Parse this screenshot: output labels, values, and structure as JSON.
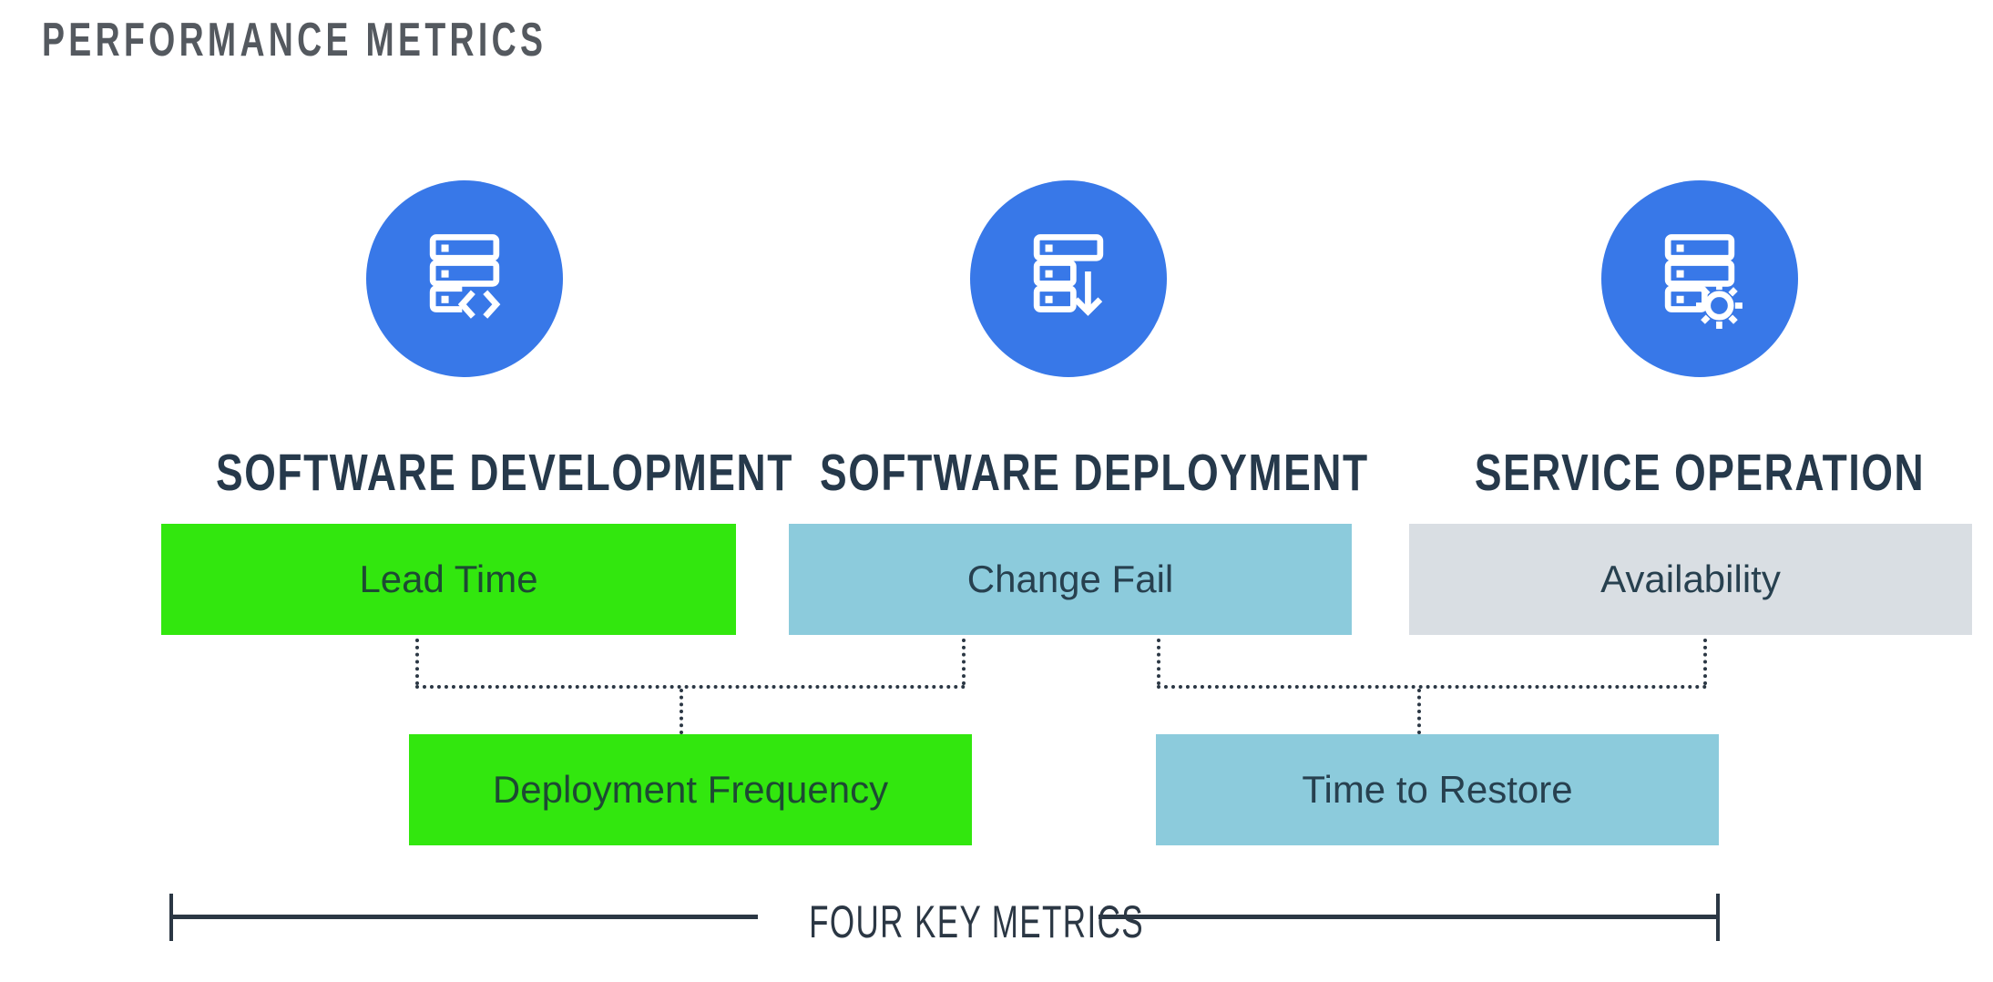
{
  "title": "PERFORMANCE METRICS",
  "columns": [
    {
      "header": "SOFTWARE DEVELOPMENT",
      "icon": "server-code-icon"
    },
    {
      "header": "SOFTWARE DEPLOYMENT",
      "icon": "server-arrow-down-icon"
    },
    {
      "header": "SERVICE OPERATION",
      "icon": "server-gear-icon"
    }
  ],
  "row1": [
    {
      "label": "Lead Time",
      "color": "#32e70e"
    },
    {
      "label": "Change Fail",
      "color": "#8ccbdc"
    },
    {
      "label": "Availability",
      "color": "#d9dee3"
    }
  ],
  "row2": [
    {
      "label": "Deployment Frequency",
      "color": "#32e70e"
    },
    {
      "label": "Time to Restore",
      "color": "#8ccbdc"
    }
  ],
  "footer_label": "FOUR KEY METRICS",
  "palette": {
    "icon_circle": "#3878e8",
    "icon_glyph": "#ffffff",
    "green": "#32e70e",
    "light_blue": "#8ccbdc",
    "gray": "#d9dee3",
    "line_navy": "#2b3744",
    "header_navy": "#26394b",
    "title_gray": "#54595f"
  }
}
